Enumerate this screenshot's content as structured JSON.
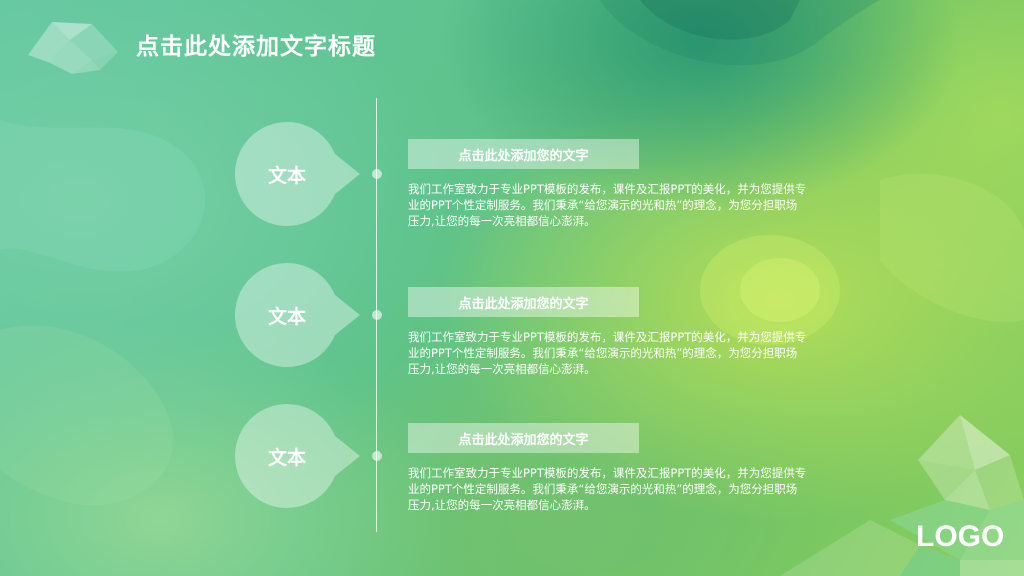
{
  "slide": {
    "title": "点击此处添加文字标题",
    "logo": "LOGO"
  },
  "items": [
    {
      "bubble_label": "文本",
      "heading": "点击此处添加您的文字",
      "text": "我们工作室致力于专业PPT模板的发布，课件及汇报PPT的美化，并为您提供专业的PPT个性定制服务。我们秉承“给您演示的光和热”的理念，为您分担职场压力,让您的每一次亮相都信心澎湃。"
    },
    {
      "bubble_label": "文本",
      "heading": "点击此处添加您的文字",
      "text": "我们工作室致力于专业PPT模板的发布，课件及汇报PPT的美化，并为您提供专业的PPT个性定制服务。我们秉承“给您演示的光和热”的理念，为您分担职场压力,让您的每一次亮相都信心澎湃。"
    },
    {
      "bubble_label": "文本",
      "heading": "点击此处添加您的文字",
      "text": "我们工作室致力于专业PPT模板的发布，课件及汇报PPT的美化，并为您提供专业的PPT个性定制服务。我们秉承“给您演示的光和热”的理念，为您分担职场压力,让您的每一次亮相都信心澎湃。"
    }
  ],
  "colors": {
    "text": "#ffffff",
    "bubble_fill": "rgba(255,255,255,0.38)",
    "heading_fill": "rgba(255,255,255,0.42)"
  },
  "icons": {
    "top_left_decor": "low-poly-gem-icon",
    "bottom_right_decor": "low-poly-crystal-icon"
  }
}
